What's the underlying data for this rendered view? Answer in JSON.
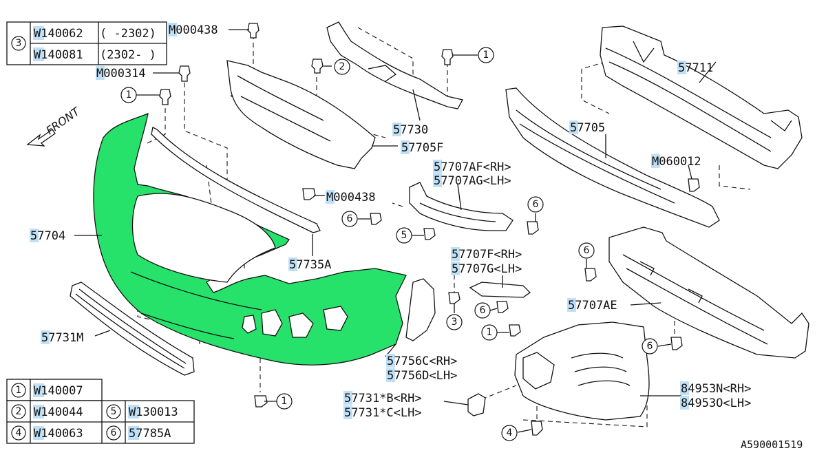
{
  "top_table": [
    {
      "ref": "3",
      "part": "W140062",
      "range": "( -2302)"
    },
    {
      "ref": "3",
      "part": "W140081",
      "range": "(2302- )"
    }
  ],
  "bottom_table": [
    {
      "ref": "1",
      "part": "W140007"
    },
    {
      "ref": "2",
      "part": "W140044",
      "ref2": "5",
      "part2": "W130013"
    },
    {
      "ref": "4",
      "part": "W140063",
      "ref2": "6",
      "part2": "57785A"
    }
  ],
  "labels": {
    "m000438_top": "M000438",
    "m000314": "M000314",
    "p57730": "57730",
    "p57705f": "57705F",
    "p57707af": "57707AF<RH>",
    "p57707ag": "57707AG<LH>",
    "m000438_mid": "M000438",
    "p57704": "57704",
    "p57735a": "57735A",
    "p57707f": "57707F<RH>",
    "p57707g": "57707G<LH>",
    "p57711": "57711",
    "p57705": "57705",
    "m060012": "M060012",
    "p57707ae": "57707AE",
    "p57731m": "57731M",
    "p57756c": "57756C<RH>",
    "p57756d": "57756D<LH>",
    "p57731b": "57731*B<RH>",
    "p57731c": "57731*C<LH>",
    "p84953n": "84953N<RH>",
    "p84953o": "84953O<LH>",
    "front": "FRONT",
    "diagram_id": "A590001519"
  },
  "callouts": [
    "1",
    "2",
    "1",
    "6",
    "5",
    "6",
    "6",
    "3",
    "6",
    "1",
    "6",
    "1",
    "4"
  ],
  "colors": {
    "highlight": "#bfe0f7",
    "bumper": "#26e26a"
  }
}
